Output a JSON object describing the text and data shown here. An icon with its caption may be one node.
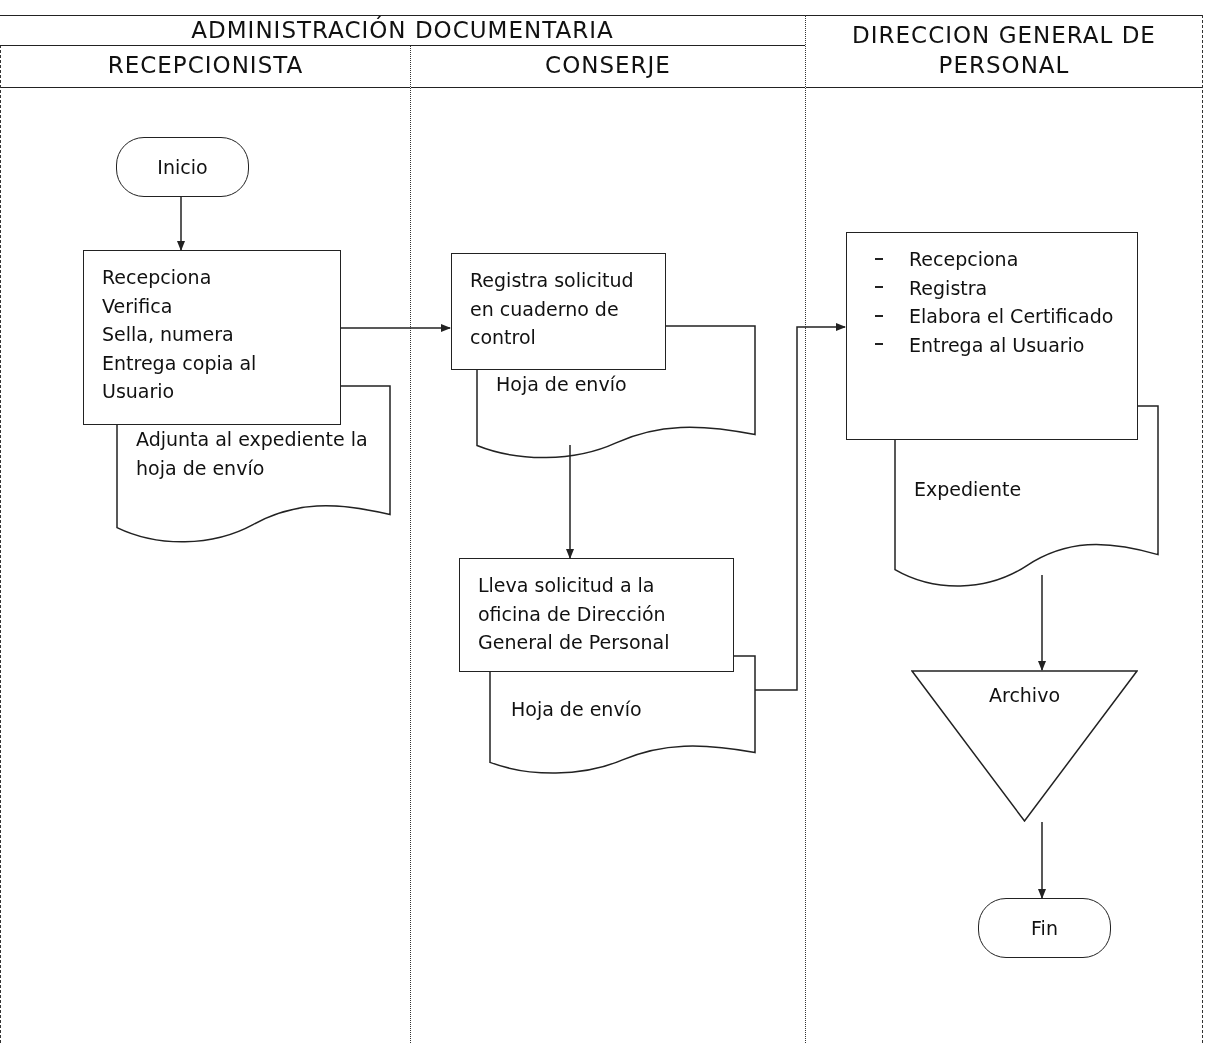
{
  "diagram": {
    "nodes": [
      {
        "text": [
          "RECEPCIONISTA"
        ]
      },
      {
        "text": [
          "CONSERJE"
        ]
      },
      {
        "text": [
          "DIRECCION GENERAL DE PERSONAL"
        ]
      },
      {
        "text": [
          "Inicio"
        ],
        "in": 0
      },
      {
        "text": [
          "Recepciona",
          "Verifica",
          "Sella, numera",
          "Entrega copia al Usuario"
        ],
        "in": 0
      },
      {
        "text": [
          "Adjunta al expediente la hoja de envío"
        ],
        "in": 0
      },
      {
        "text": [
          "Registra solicitud en cuaderno de control"
        ],
        "in": 1
      },
      {
        "text": [
          "Hoja de envío"
        ],
        "in": 1
      },
      {
        "text": [
          "Lleva solicitud a la oficina de Dirección General de Personal"
        ],
        "in": 1
      },
      {
        "text": [
          "Hoja de envío"
        ],
        "in": 1
      },
      {
        "text": [
          "Recepciona",
          "Registra",
          "Elabora el Certificado",
          "Entrega al Usuario"
        ],
        "in": 2
      },
      {
        "text": [
          "Expediente"
        ],
        "in": 2
      },
      {
        "text": [
          "Archivo"
        ],
        "in": 2
      },
      {
        "text": [
          "Fin"
        ],
        "in": 2
      }
    ],
    "edges": [
      {
        "from": 3,
        "to": 4,
        "arrow": "to"
      },
      {
        "from": 4,
        "to": 6,
        "arrow": "to"
      },
      {
        "from": 7,
        "to": 8,
        "arrow": "to"
      },
      {
        "from": 9,
        "to": 10,
        "arrow": "to"
      },
      {
        "from": 11,
        "to": 12,
        "arrow": "to"
      },
      {
        "from": 12,
        "to": 13,
        "arrow": "to"
      }
    ],
    "labels": [
      "ADMINISTRACIÓN DOCUMENTARIA"
    ]
  }
}
